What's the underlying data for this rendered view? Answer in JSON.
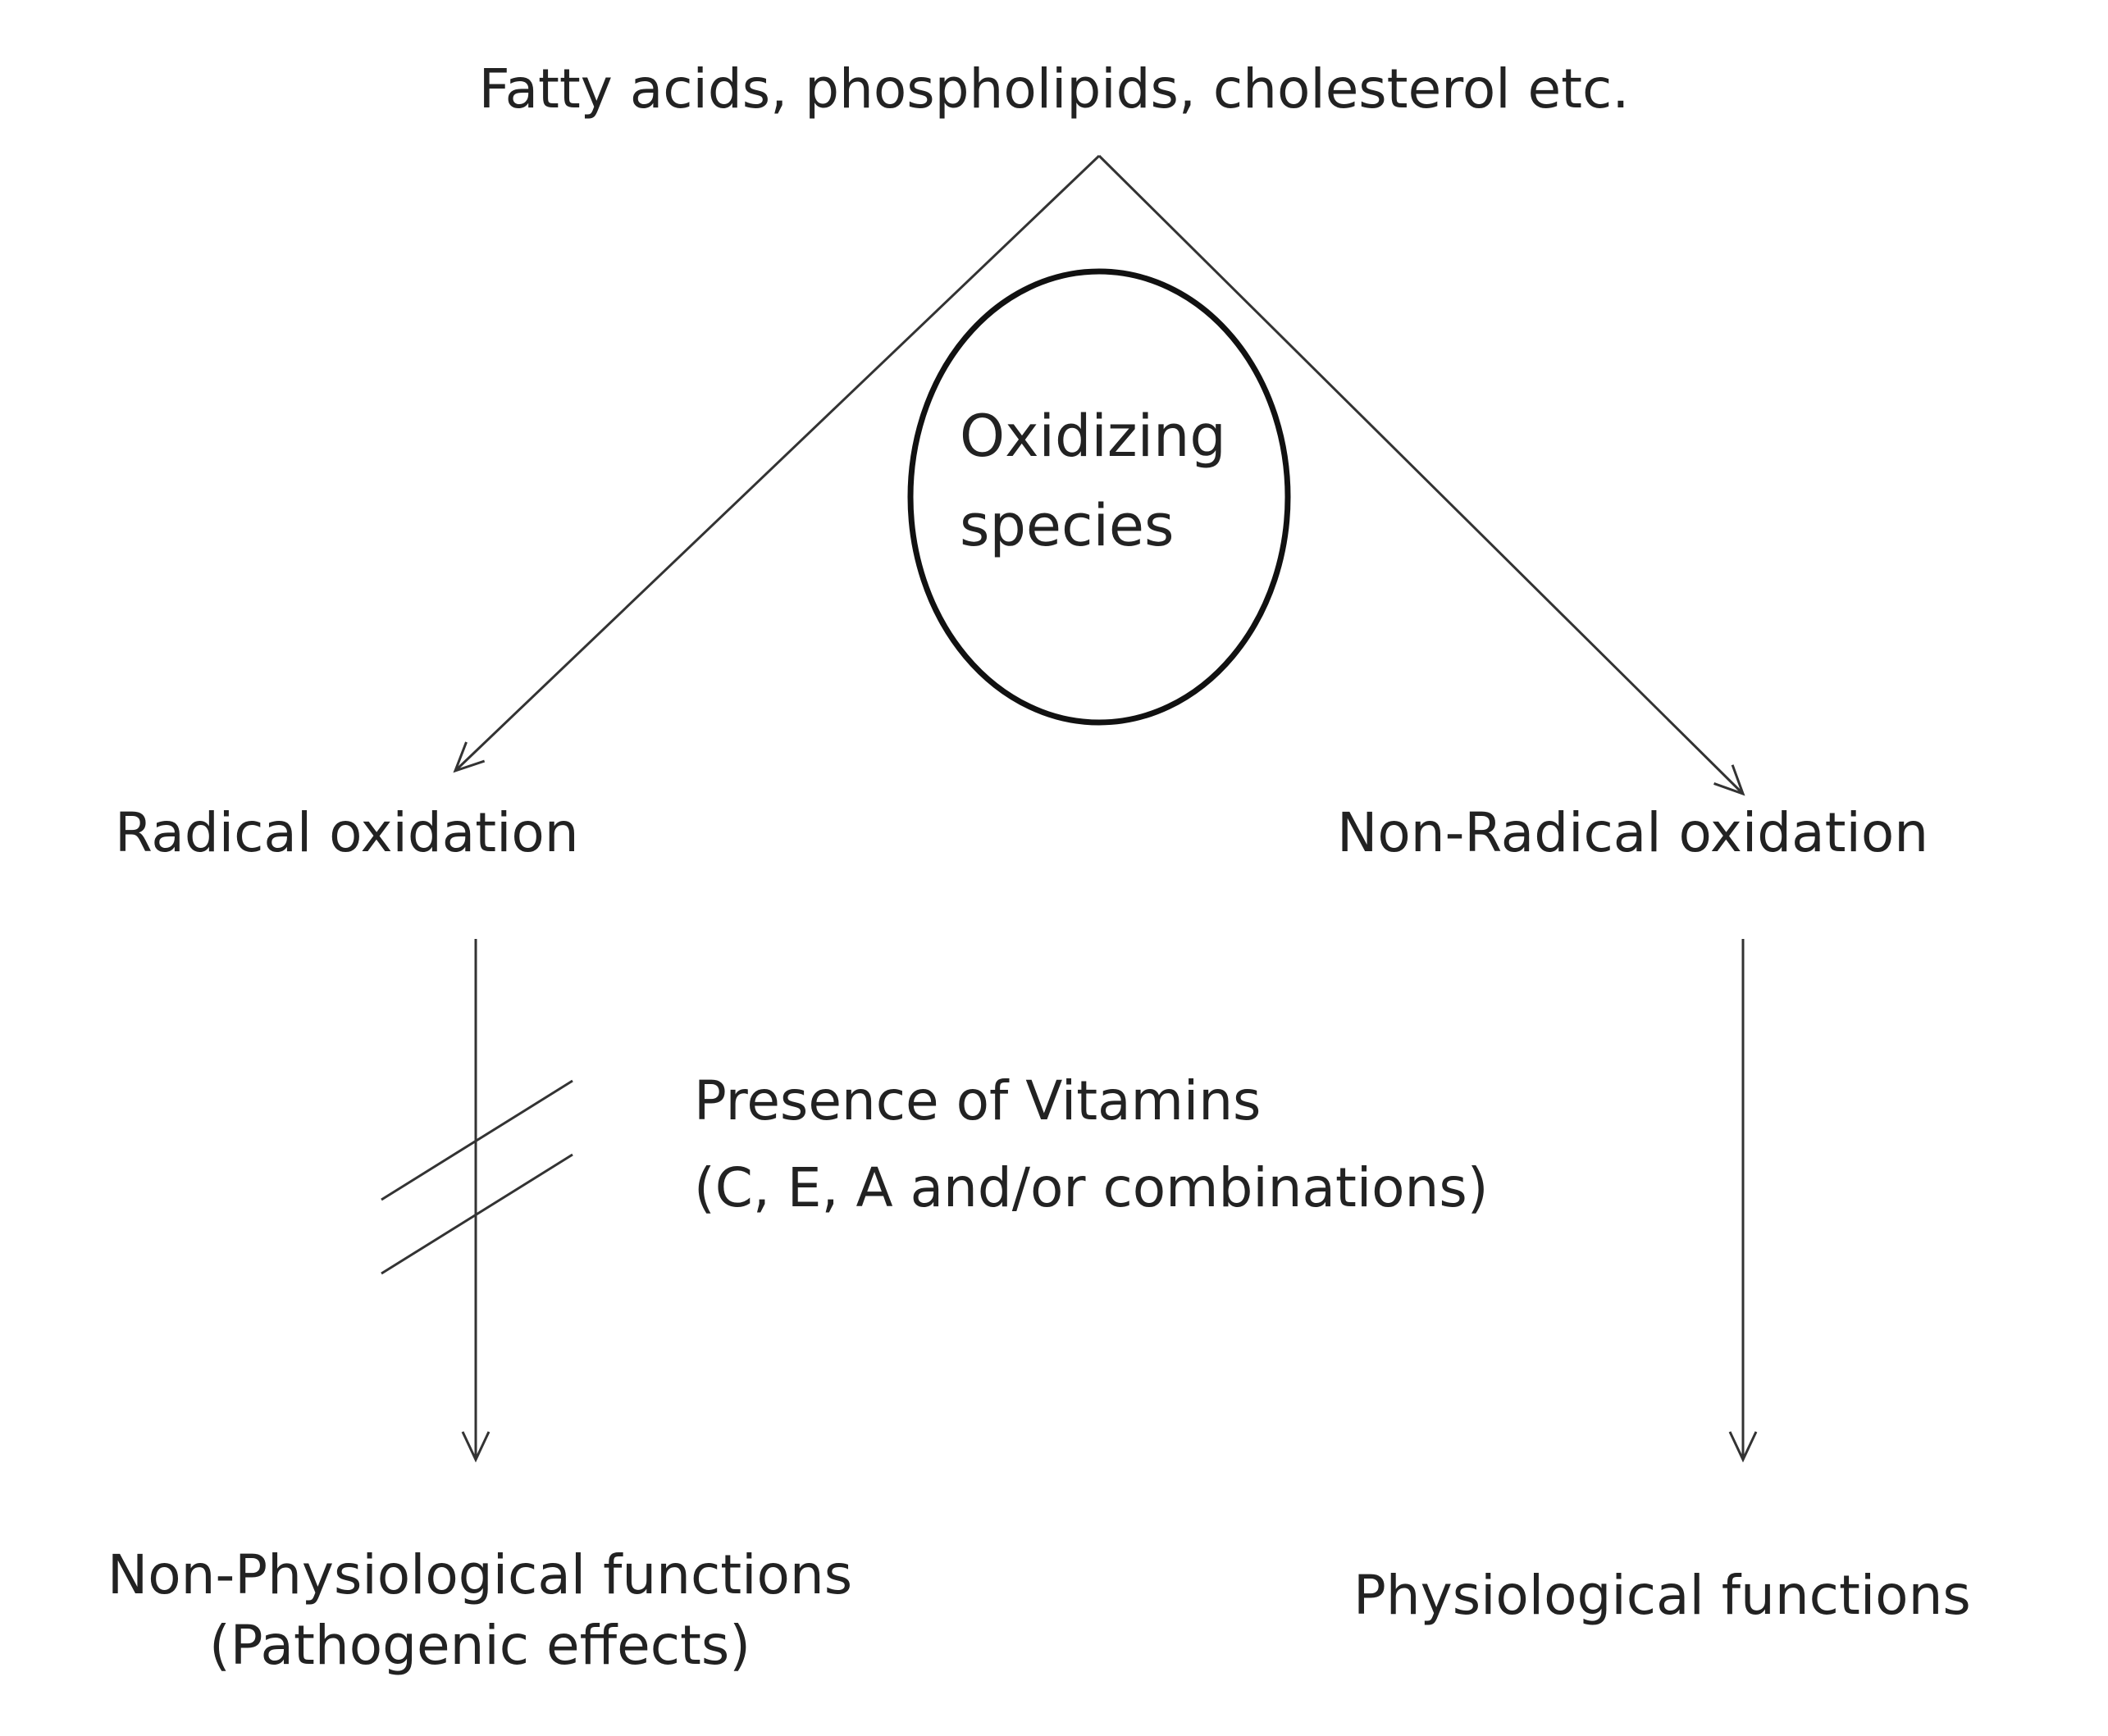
{
  "nodes": {
    "source": "Fatty acids, phospholipids, cholesterol etc.",
    "oxidizer": [
      "Oxidizing",
      "species"
    ],
    "radical": "Radical oxidation",
    "non_radical": "Non-Radical oxidation",
    "inhibitor": [
      "Presence of Vitamins",
      "(C, E, A and/or combinations)"
    ],
    "non_physiological": [
      "Non-Physiological functions",
      "(Pathogenic effects)"
    ],
    "physiological": "Physiological functions"
  },
  "colors": {
    "line": "#333333",
    "circle": "#111111",
    "text": "#222222",
    "background": "#ffffff"
  }
}
